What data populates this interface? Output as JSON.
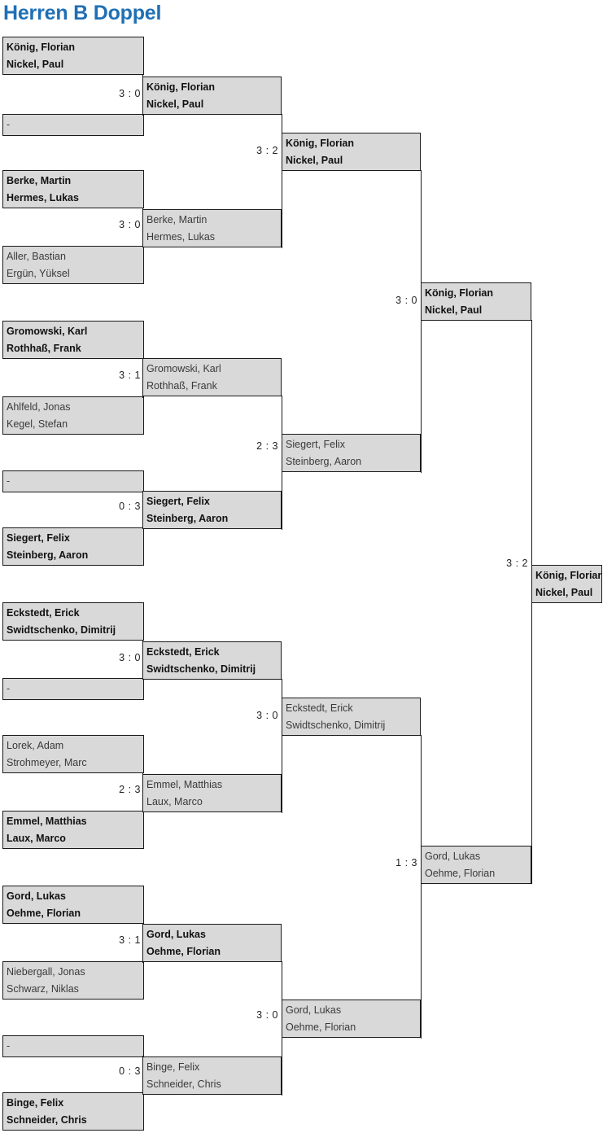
{
  "page": {
    "title": "Herren B Doppel",
    "title_color": "#1f6fb5",
    "box_fill": "#d9d9d9",
    "border_color": "#1a1a1a"
  },
  "bracket": {
    "rounds": [
      {
        "name": "round-1",
        "matches": [
          {
            "slots": [
              {
                "line1": "König, Florian",
                "line2": "Nickel, Paul",
                "winner": true
              },
              {
                "line1": "-",
                "line2": "",
                "winner": false
              }
            ],
            "score": "3 : 0"
          },
          {
            "slots": [
              {
                "line1": "Berke, Martin",
                "line2": "Hermes, Lukas",
                "winner": true
              },
              {
                "line1": "Aller, Bastian",
                "line2": "Ergün, Yüksel",
                "winner": false
              }
            ],
            "score": "3 : 0"
          },
          {
            "slots": [
              {
                "line1": "Gromowski, Karl",
                "line2": "Rothhaß, Frank",
                "winner": true
              },
              {
                "line1": "Ahlfeld, Jonas",
                "line2": "Kegel, Stefan",
                "winner": false
              }
            ],
            "score": "3 : 1"
          },
          {
            "slots": [
              {
                "line1": "-",
                "line2": "",
                "winner": false
              },
              {
                "line1": "Siegert, Felix",
                "line2": "Steinberg, Aaron",
                "winner": true
              }
            ],
            "score": "0 : 3"
          },
          {
            "slots": [
              {
                "line1": "Eckstedt, Erick",
                "line2": "Swidtschenko, Dimitrij",
                "winner": true
              },
              {
                "line1": "-",
                "line2": "",
                "winner": false
              }
            ],
            "score": "3 : 0"
          },
          {
            "slots": [
              {
                "line1": "Lorek, Adam",
                "line2": "Strohmeyer, Marc",
                "winner": false
              },
              {
                "line1": "Emmel, Matthias",
                "line2": "Laux, Marco",
                "winner": true
              }
            ],
            "score": "2 : 3"
          },
          {
            "slots": [
              {
                "line1": "Gord, Lukas",
                "line2": "Oehme, Florian",
                "winner": true
              },
              {
                "line1": "Niebergall, Jonas",
                "line2": "Schwarz, Niklas",
                "winner": false
              }
            ],
            "score": "3 : 1"
          },
          {
            "slots": [
              {
                "line1": "-",
                "line2": "",
                "winner": false
              },
              {
                "line1": "Binge, Felix",
                "line2": "Schneider, Chris",
                "winner": true
              }
            ],
            "score": "0 : 3"
          }
        ]
      },
      {
        "name": "round-2",
        "matches": [
          {
            "entrant": {
              "line1": "König, Florian",
              "line2": "Nickel, Paul",
              "winner": true
            },
            "score": "3 : 2"
          },
          {
            "entrant": {
              "line1": "Berke, Martin",
              "line2": "Hermes, Lukas",
              "winner": false
            },
            "score": ""
          },
          {
            "entrant": {
              "line1": "Gromowski, Karl",
              "line2": "Rothhaß, Frank",
              "winner": false
            },
            "score": ""
          },
          {
            "entrant": {
              "line1": "Siegert, Felix",
              "line2": "Steinberg, Aaron",
              "winner": true
            },
            "score": "2 : 3"
          },
          {
            "entrant": {
              "line1": "Eckstedt, Erick",
              "line2": "Swidtschenko, Dimitrij",
              "winner": true
            },
            "score": "3 : 0"
          },
          {
            "entrant": {
              "line1": "Emmel, Matthias",
              "line2": "Laux, Marco",
              "winner": false
            },
            "score": ""
          },
          {
            "entrant": {
              "line1": "Gord, Lukas",
              "line2": "Oehme, Florian",
              "winner": true
            },
            "score": "3 : 0"
          },
          {
            "entrant": {
              "line1": "Binge, Felix",
              "line2": "Schneider, Chris",
              "winner": false
            },
            "score": ""
          }
        ]
      },
      {
        "name": "round-3-quarterfinal",
        "matches": [
          {
            "entrant": {
              "line1": "König, Florian",
              "line2": "Nickel, Paul",
              "winner": true
            },
            "score": "3 : 0"
          },
          {
            "entrant": {
              "line1": "Siegert, Felix",
              "line2": "Steinberg, Aaron",
              "winner": false
            },
            "score": ""
          },
          {
            "entrant": {
              "line1": "Eckstedt, Erick",
              "line2": "Swidtschenko, Dimitrij",
              "winner": false
            },
            "score": "1 : 3"
          },
          {
            "entrant": {
              "line1": "Gord, Lukas",
              "line2": "Oehme, Florian",
              "winner": false
            },
            "score": ""
          }
        ]
      },
      {
        "name": "round-4-semifinal",
        "matches": [
          {
            "entrant": {
              "line1": "König, Florian",
              "line2": "Nickel, Paul",
              "winner": true
            },
            "score": "3 : 2"
          },
          {
            "entrant": {
              "line1": "Gord, Lukas",
              "line2": "Oehme, Florian",
              "winner": false
            },
            "score": ""
          }
        ]
      },
      {
        "name": "round-5-winner",
        "matches": [
          {
            "entrant": {
              "line1": "König, Florian",
              "line2": "Nickel, Paul",
              "winner": true
            },
            "score": ""
          }
        ]
      }
    ]
  }
}
